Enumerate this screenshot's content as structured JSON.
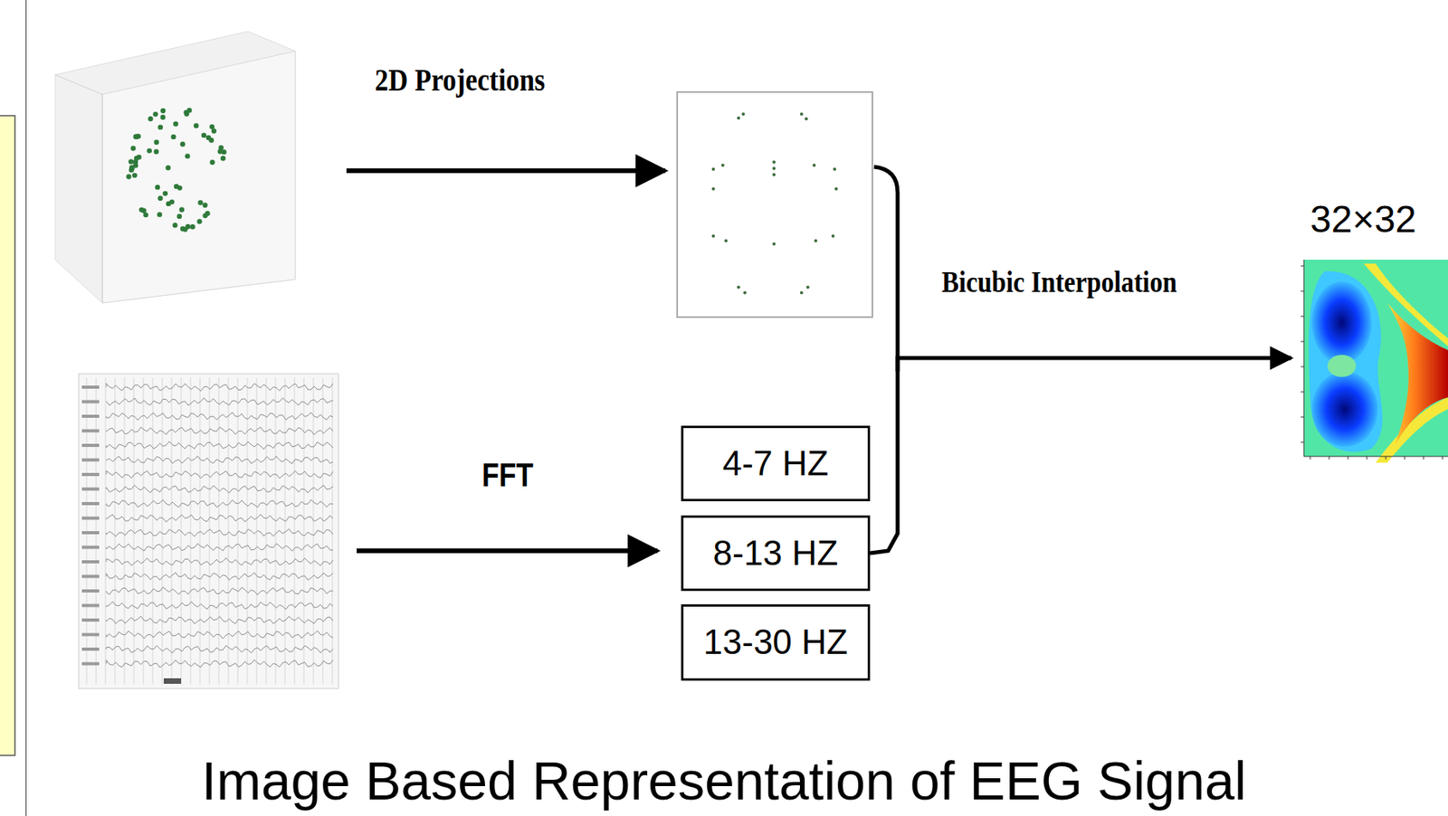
{
  "diagram": {
    "caption": "Image Based Representation of EEG Signal",
    "nodes": [
      {
        "text": [
          "4-7 HZ"
        ]
      },
      {
        "text": [
          "8-13 HZ"
        ]
      },
      {
        "text": [
          "13-30 HZ"
        ]
      },
      {
        "text": [
          "32×32"
        ]
      }
    ],
    "edges": [
      {
        "from": 1,
        "to": 3,
        "label": "Bicubic Interpolation",
        "arrow": "to"
      }
    ],
    "labels": [
      "2D Projections",
      "FFT"
    ]
  }
}
